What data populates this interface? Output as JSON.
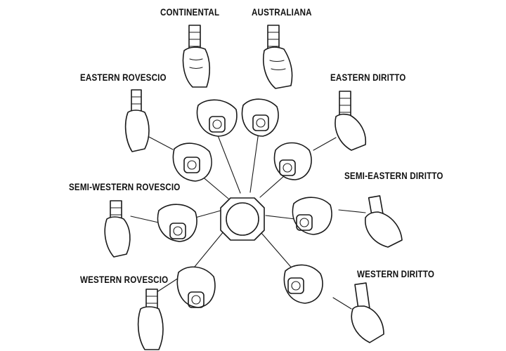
{
  "grips": [
    {
      "key": "continental",
      "label": "CONTINENTAL"
    },
    {
      "key": "australiana",
      "label": "AUSTRALIANA"
    },
    {
      "key": "eastern-rovescio",
      "label": "EASTERN ROVESCIO"
    },
    {
      "key": "eastern-diritto",
      "label": "EASTERN DIRITTO"
    },
    {
      "key": "semi-western-rovescio",
      "label": "SEMI-WESTERN ROVESCIO"
    },
    {
      "key": "semi-eastern-diritto",
      "label": "SEMI-EASTERN DIRITTO"
    },
    {
      "key": "western-rovescio",
      "label": "WESTERN ROVESCIO"
    },
    {
      "key": "western-diritto",
      "label": "WESTERN DIRITTO"
    }
  ]
}
